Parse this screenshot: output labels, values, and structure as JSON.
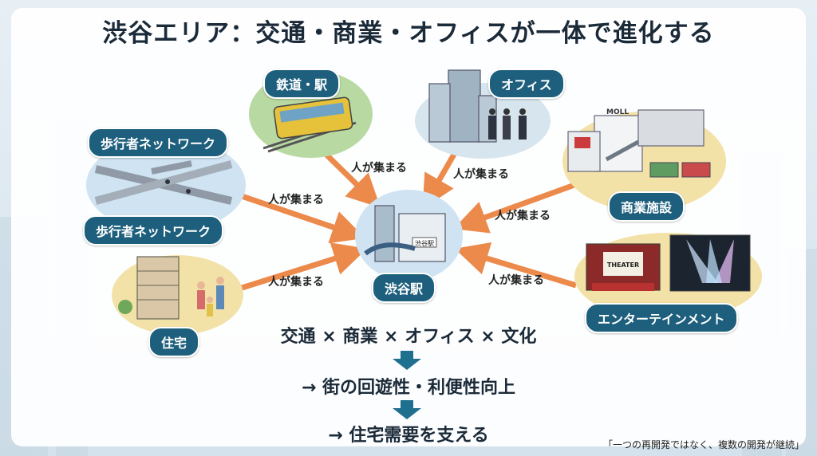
{
  "title": "渋谷エリア：交通・商業・オフィスが一体で進化する",
  "center": {
    "label": "渋谷駅",
    "sign": "渋谷駅"
  },
  "nodes": {
    "railway": {
      "label": "鉄道・駅"
    },
    "office": {
      "label": "オフィス"
    },
    "pedestrian_top": {
      "label": "歩行者ネットワーク"
    },
    "pedestrian_bottom": {
      "label": "歩行者ネットワーク"
    },
    "commercial": {
      "label": "商業施設",
      "sign": "MOLL"
    },
    "housing": {
      "label": "住宅"
    },
    "entertainment": {
      "label": "エンターテインメント",
      "sign": "THEATER"
    }
  },
  "arrow_labels": {
    "railway": "人が集まる",
    "office": "人が集まる",
    "pedestrian": "人が集まる",
    "commercial": "人が集まる",
    "housing": "人が集まる",
    "entertainment": "人が集まる"
  },
  "formula": {
    "line1": "交通 × 商業 × オフィス × 文化",
    "line2": "→ 街の回遊性・利便性向上",
    "line3": "→ 住宅需要を支える"
  },
  "footnote": "「一つの再開発ではなく、複数の開発が継続」",
  "colors": {
    "accent": "#1d5f7c",
    "arrow": "#ec8a4b",
    "down_arrow": "#1f6f8e"
  }
}
